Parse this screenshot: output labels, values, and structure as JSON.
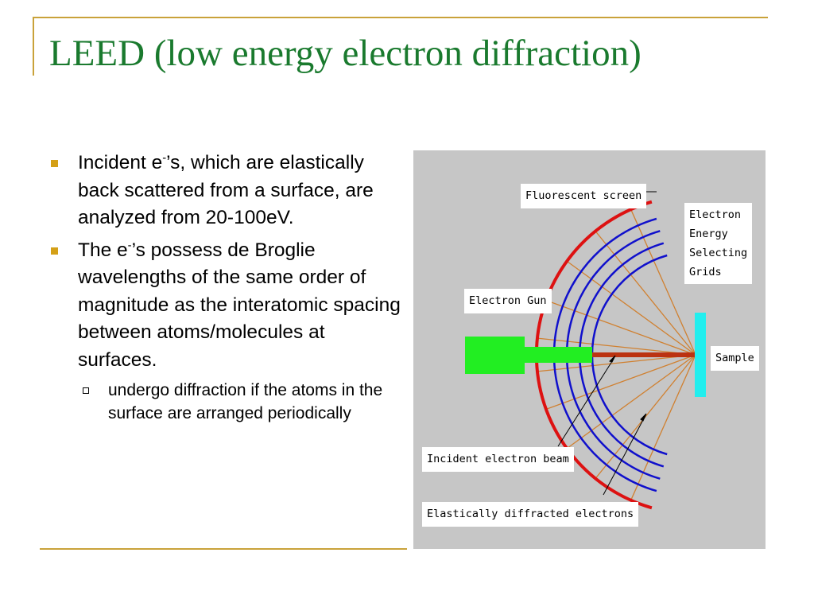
{
  "slide": {
    "title": "LEED (low energy electron diffraction)",
    "bullets": [
      {
        "pre": "Incident e",
        "sup": "-",
        "post": "’s, which are elastically back scattered from a surface, are analyzed from 20-100eV."
      },
      {
        "pre": "The e",
        "sup": "-",
        "post": "’s possess de Broglie wavelengths of the same order of magnitude as the interatomic spacing between atoms/molecules at surfaces."
      }
    ],
    "sub_bullet": "undergo diffraction if the atoms in the surface are arranged periodically"
  },
  "figure": {
    "labels": {
      "fluorescent_screen": "Fluorescent screen",
      "grids": [
        "Electron",
        "Energy",
        "Selecting",
        "Grids"
      ],
      "electron_gun": "Electron Gun",
      "sample": "Sample",
      "incident_beam": "Incident electron beam",
      "diffracted": "Elastically diffracted electrons"
    },
    "colors": {
      "background": "#c6c6c6",
      "screen": "#dd1111",
      "grids": "#1010cc",
      "gun": "#22ee22",
      "sample": "#22eeee",
      "beam": "#bb3311",
      "rays": "#d08030",
      "accent": "#c9a23a",
      "title": "#1a7a2e"
    }
  }
}
